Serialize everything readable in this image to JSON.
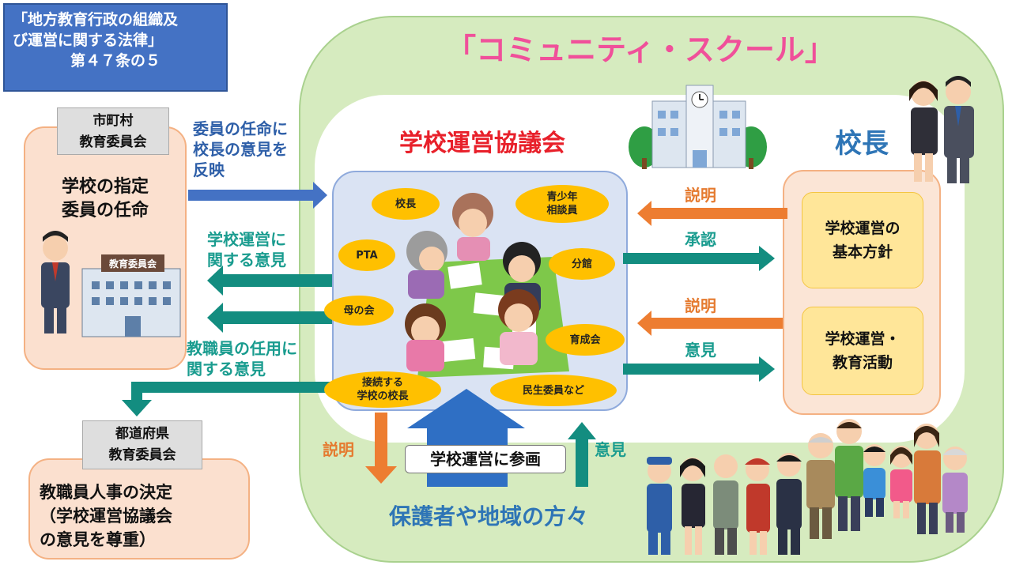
{
  "law": {
    "line1": "「地方教育行政の組織及",
    "line2": "び運営に関する法律」",
    "line3": "第４７条の５"
  },
  "title": "「コミュニティ・スクール」",
  "municipal": {
    "label_line1": "市町村",
    "label_line2": "教育委員会",
    "role_line1": "学校の指定",
    "role_line2": "委員の任命",
    "building_sign": "教育委員会"
  },
  "prefecture": {
    "label_line1": "都道府県",
    "label_line2": "教育委員会",
    "role_line1": "教職員人事の決定",
    "role_line2": "（学校運営協議会",
    "role_line3": "の意見を尊重）"
  },
  "council": {
    "title": "学校運営協議会",
    "members": [
      {
        "line1": "校長",
        "line2": ""
      },
      {
        "line1": "青少年",
        "line2": "相談員"
      },
      {
        "line1": "PTA",
        "line2": ""
      },
      {
        "line1": "分館",
        "line2": ""
      },
      {
        "line1": "母の会",
        "line2": ""
      },
      {
        "line1": "育成会",
        "line2": ""
      },
      {
        "line1": "接続する",
        "line2": "学校の校長"
      },
      {
        "line1": "民生委員など",
        "line2": ""
      }
    ]
  },
  "principal": {
    "title": "校長",
    "box1_line1": "学校運営の",
    "box1_line2": "基本方針",
    "box2_line1": "学校運営・",
    "box2_line2": "教育活動"
  },
  "arrows": {
    "appoint_line1": "委員の任命に",
    "appoint_line2": "校長の意見を",
    "appoint_line3": "反映",
    "opinion_school_line1": "学校運営に",
    "opinion_school_line2": "関する意見",
    "opinion_staff_line1": "教職員の任用に",
    "opinion_staff_line2": "関する意見",
    "explain_1": "説明",
    "approve": "承認",
    "explain_2": "説明",
    "opinion_1": "意見",
    "explain_3": "説明",
    "opinion_2": "意見",
    "participate": "学校運営に参画"
  },
  "community": {
    "label": "保護者や地域の方々"
  },
  "colors": {
    "law_box": "#4472c4",
    "outer_green": "#d6ebbf",
    "title_pink": "#f0509a",
    "council_red": "#e8202a",
    "principal_blue": "#2e75b6",
    "arrow_blue": "#4472c4",
    "arrow_teal": "#138d80",
    "arrow_orange": "#ed7d31",
    "member_gold": "#ffc000"
  }
}
